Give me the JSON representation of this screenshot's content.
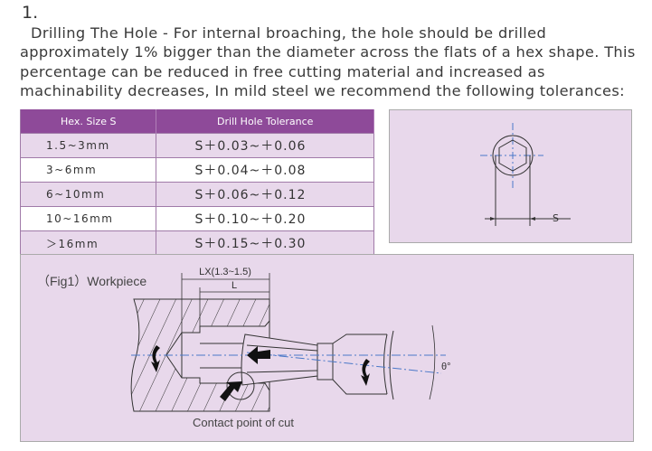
{
  "section_number": "1.",
  "paragraph": "Drilling The Hole - For internal broaching, the hole should be drilled approximately 1% bigger than the diameter across the flats of a hex shape. This percentage can be reduced in free cutting material and increased as machinability decreases, In mild steel we recommend the following tolerances:",
  "table": {
    "headers": [
      "Hex. Size S",
      "Drill Hole Tolerance"
    ],
    "rows": [
      [
        "1.5~3mm",
        "S＋0.03~＋0.06"
      ],
      [
        "3~6mm",
        "S＋0.04~＋0.08"
      ],
      [
        "6~10mm",
        "S＋0.06~＋0.12"
      ],
      [
        "10~16mm",
        "S＋0.10~＋0.20"
      ],
      [
        "＞16mm",
        "S＋0.15~＋0.30"
      ]
    ]
  },
  "hex_diagram": {
    "dim_label": "S"
  },
  "figure": {
    "caption_prefix": "（Fig1）",
    "caption": "Workpiece",
    "lx_label": "LX(1.3~1.5)",
    "l_label": "L",
    "theta_label": "θ°",
    "contact_label": "Contact point of cut"
  },
  "colors": {
    "header": "#8e4a99",
    "panel": "#e8d8eb",
    "centerline": "#4a78c8"
  }
}
